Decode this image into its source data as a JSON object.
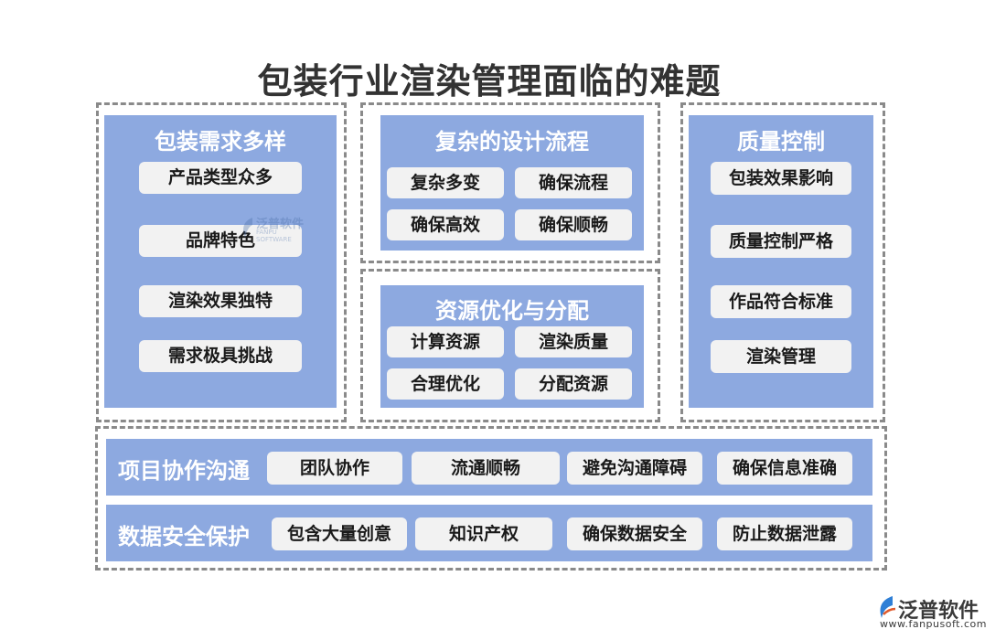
{
  "title": "包装行业渲染管理面临的难题",
  "colors": {
    "panel": "#8da9e0",
    "chip": "#f2f2f2",
    "dash": "#8a8a8a",
    "title": "#333333"
  },
  "packaging": {
    "title": "包装需求多样",
    "items": [
      "产品类型众多",
      "品牌特色",
      "渲染效果独特",
      "需求极具挑战"
    ]
  },
  "design": {
    "title": "复杂的设计流程",
    "items": [
      "复杂多变",
      "确保流程",
      "确保高效",
      "确保顺畅"
    ]
  },
  "resources": {
    "title": "资源优化与分配",
    "items": [
      "计算资源",
      "渲染质量",
      "合理优化",
      "分配资源"
    ]
  },
  "quality": {
    "title": "质量控制",
    "items": [
      "包装效果影响",
      "质量控制严格",
      "作品符合标准",
      "渲染管理"
    ]
  },
  "collab": {
    "title": "项目协作沟通",
    "items": [
      "团队协作",
      "流通顺畅",
      "避免沟通障碍",
      "确保信息准确"
    ]
  },
  "security": {
    "title": "数据安全保护",
    "items": [
      "包含大量创意",
      "知识产权",
      "确保数据安全",
      "防止数据泄露"
    ]
  },
  "watermark": {
    "name": "泛普软件",
    "sub": "FANPU SOFTWARE"
  },
  "logo": {
    "name": "泛普软件",
    "url": "www.fanpusoft.com"
  }
}
